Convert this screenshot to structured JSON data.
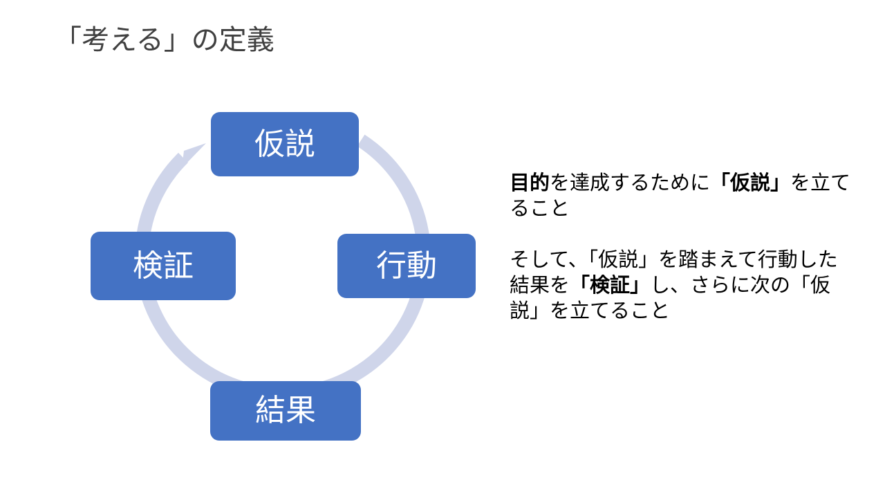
{
  "slide": {
    "title": "「考える」の定義"
  },
  "colors": {
    "node_fill": "#4472c4",
    "cycle_arrow": "#cfd5ea",
    "title_text": "#404040",
    "node_text": "#ffffff"
  },
  "cycle": {
    "nodes": [
      {
        "id": "kasetsu",
        "label": "仮説"
      },
      {
        "id": "koudou",
        "label": "行動"
      },
      {
        "id": "kekka",
        "label": "結果"
      },
      {
        "id": "kenshou",
        "label": "検証"
      }
    ]
  },
  "definition": {
    "para1": {
      "bold1": "目的",
      "text1": "を達成するために",
      "bold2": "「仮説」",
      "text2": "を立てること"
    },
    "para2": {
      "text1": "そして、「仮説」を踏まえて行動した結果を",
      "bold1": "「検証」",
      "text2": "し、さらに次の「仮説」を立てること"
    }
  }
}
